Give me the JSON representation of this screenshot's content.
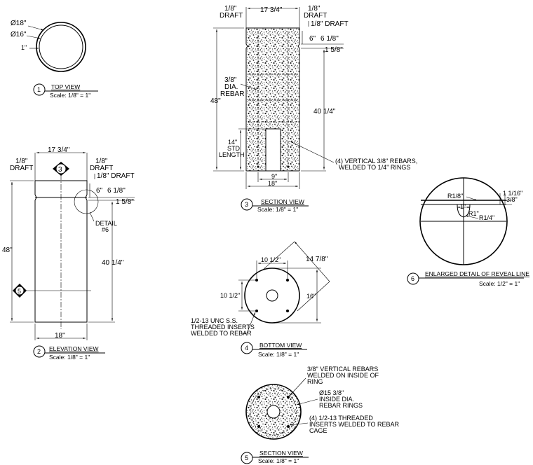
{
  "top_view": {
    "dia_outer": "Ø18\"",
    "dia_inner": "Ø16\"",
    "wall": "1\"",
    "num": "1",
    "title": "TOP VIEW",
    "scale": "Scale: 1/8\" = 1\""
  },
  "elevation_view": {
    "width": "17 3/4\"",
    "draft_left_a": "1/8\"",
    "draft_left_b": "DRAFT",
    "draft_right_a": "1/8\"",
    "draft_right_b": "DRAFT",
    "draft_2": "1/8\" DRAFT",
    "dim_6": "6\"",
    "dim_6_1_8": "6 1/8\"",
    "dim_1_5_8": "1 5/8\"",
    "detail_a": "DETAIL",
    "detail_b": "#6",
    "height": "48\"",
    "height_2": "40 1/4\"",
    "base": "18\"",
    "sec_marker": "3",
    "sec_marker_5": "5",
    "num": "2",
    "title": "ELEVATION VIEW",
    "scale": "Scale: 1/8\" = 1\""
  },
  "section_view_3": {
    "width": "17 3/4\"",
    "draft_left_a": "1/8\"",
    "draft_left_b": "DRAFT",
    "draft_right_a": "1/8\"",
    "draft_right_b": "DRAFT",
    "draft_2": "1/8\" DRAFT",
    "dim_6": "6\"",
    "dim_6_1_8": "6 1/8\"",
    "dim_1_5_8": "1 5/8\"",
    "rebar_a": "3/8\"",
    "rebar_b": "DIA.",
    "rebar_c": "REBAR",
    "height": "48\"",
    "height_2": "40 1/4\"",
    "std_a": "14\"",
    "std_b": "STD",
    "std_c": "LENGTH",
    "vert_a": "(4) VERTICAL 3/8\" REBARS,",
    "vert_b": "WELDED TO 1/4\" RINGS",
    "dim_9": "9\"",
    "base": "18\"",
    "num": "3",
    "title": "SECTION VIEW",
    "scale": "Scale: 1/8\" = 1\""
  },
  "bottom_view": {
    "top": "10 1/2\"",
    "diag": "14 7/8\"",
    "left": "10 1/2\"",
    "right": "16\"",
    "insert_a": "1/2-13 UNC S.S.",
    "insert_b": "THREADED INSERTS",
    "insert_c": "WELDED TO REBAR",
    "num": "4",
    "title": "BOTTOM VIEW",
    "scale": "Scale: 1/8\" = 1\""
  },
  "section_view_5": {
    "note1_a": "3/8\" VERTICAL REBARS",
    "note1_b": "WELDED ON INSIDE OF",
    "note1_c": "RING",
    "note2_a": "Ø15 3/8\"",
    "note2_b": "INSIDE DIA.",
    "note2_c": "REBAR RINGS",
    "note3_a": "(4) 1/2-13 THREADED",
    "note3_b": "INSERTS WELDED TO REBAR",
    "note3_c": "CAGE",
    "num": "5",
    "title": "SECTION VIEW",
    "scale": "Scale: 1/8\" = 1\""
  },
  "detail_view": {
    "r_1_8": "R1/8\"",
    "dim_1_1_16": "1 1/16\"",
    "dim_3_8": "3/8\"",
    "dim_1": "1\"",
    "r_1": "R1\"",
    "r_1_4": "R1/4\"",
    "num": "6",
    "title": "ENLARGED DETAIL OF REVEAL LINE",
    "scale": "Scale: 1/2\" = 1\""
  }
}
